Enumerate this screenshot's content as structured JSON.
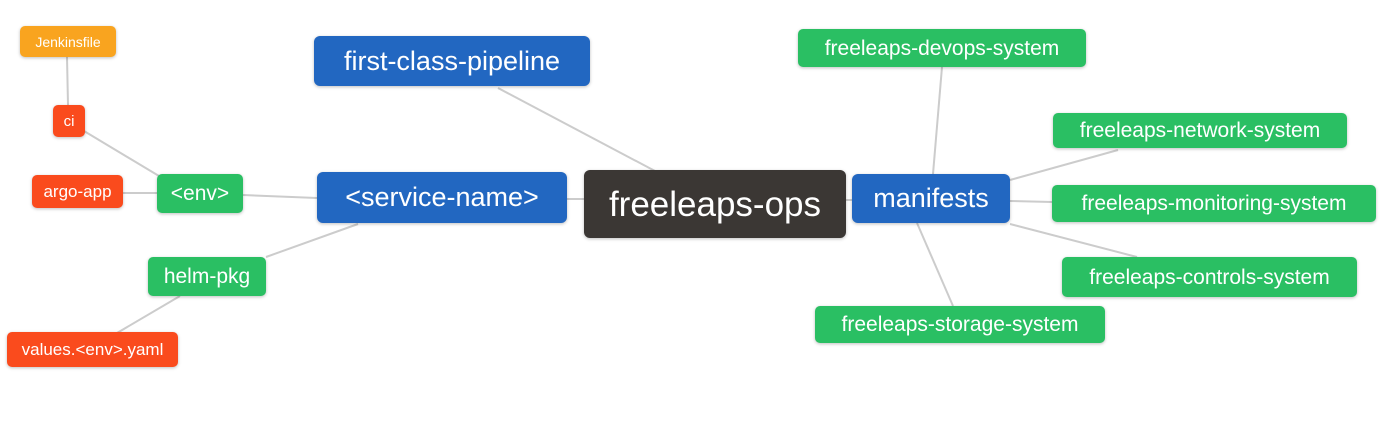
{
  "diagram": {
    "type": "mindmap",
    "background": "#ffffff",
    "edge_color": "#cccccc",
    "palette": {
      "root": "#3b3734",
      "branch": "#2267c1",
      "leaf": "#2abf63",
      "detail": "#fa4b1d",
      "file": "#f9a41f"
    },
    "nodes": [
      {
        "id": "jenkinsfile",
        "label": "Jenkinsfile",
        "role": "file"
      },
      {
        "id": "ci",
        "label": "ci",
        "role": "detail"
      },
      {
        "id": "argo-app",
        "label": "argo-app",
        "role": "detail"
      },
      {
        "id": "env",
        "label": "<env>",
        "role": "leaf"
      },
      {
        "id": "helm-pkg",
        "label": "helm-pkg",
        "role": "leaf"
      },
      {
        "id": "values-env-yaml",
        "label": "values.<env>.yaml",
        "role": "detail"
      },
      {
        "id": "first-class-pipeline",
        "label": "first-class-pipeline",
        "role": "branch"
      },
      {
        "id": "service-name",
        "label": "<service-name>",
        "role": "branch"
      },
      {
        "id": "freeleaps-ops",
        "label": "freeleaps-ops",
        "role": "root"
      },
      {
        "id": "manifests",
        "label": "manifests",
        "role": "branch"
      },
      {
        "id": "freeleaps-devops-system",
        "label": "freeleaps-devops-system",
        "role": "leaf"
      },
      {
        "id": "freeleaps-network-system",
        "label": "freeleaps-network-system",
        "role": "leaf"
      },
      {
        "id": "freeleaps-monitoring-system",
        "label": "freeleaps-monitoring-system",
        "role": "leaf"
      },
      {
        "id": "freeleaps-controls-system",
        "label": "freeleaps-controls-system",
        "role": "leaf"
      },
      {
        "id": "freeleaps-storage-system",
        "label": "freeleaps-storage-system",
        "role": "leaf"
      }
    ],
    "edges": [
      {
        "from": "jenkinsfile",
        "to": "ci"
      },
      {
        "from": "ci",
        "to": "env"
      },
      {
        "from": "argo-app",
        "to": "env"
      },
      {
        "from": "env",
        "to": "service-name"
      },
      {
        "from": "service-name",
        "to": "helm-pkg"
      },
      {
        "from": "helm-pkg",
        "to": "values-env-yaml"
      },
      {
        "from": "service-name",
        "to": "freeleaps-ops"
      },
      {
        "from": "first-class-pipeline",
        "to": "freeleaps-ops"
      },
      {
        "from": "freeleaps-ops",
        "to": "manifests"
      },
      {
        "from": "manifests",
        "to": "freeleaps-devops-system"
      },
      {
        "from": "manifests",
        "to": "freeleaps-network-system"
      },
      {
        "from": "manifests",
        "to": "freeleaps-monitoring-system"
      },
      {
        "from": "manifests",
        "to": "freeleaps-controls-system"
      },
      {
        "from": "manifests",
        "to": "freeleaps-storage-system"
      }
    ]
  }
}
